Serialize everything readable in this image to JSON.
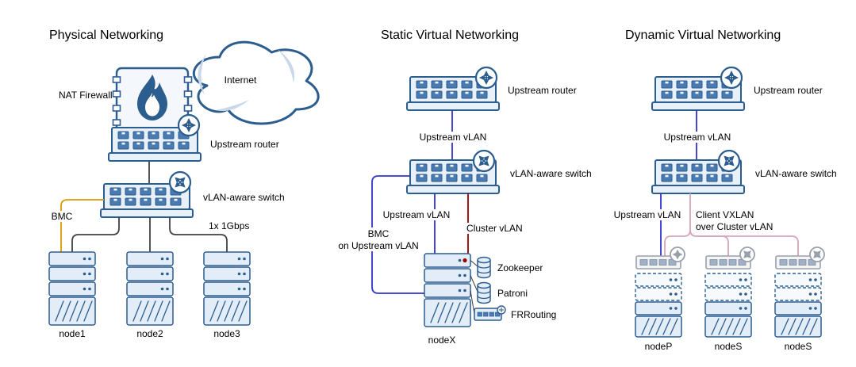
{
  "diagram": {
    "physical": {
      "title": "Physical Networking",
      "internet_label": "Internet",
      "firewall_label": "NAT Firewall",
      "router_label": "Upstream router",
      "switch_label": "vLAN-aware switch",
      "bmc_label": "BMC",
      "uplink_label": "1x 1Gbps",
      "node_labels": [
        "node1",
        "node2",
        "node3"
      ]
    },
    "static_virtual": {
      "title": "Static Virtual Networking",
      "router_label": "Upstream router",
      "upstream_vlan_top": "Upstream vLAN",
      "switch_label": "vLAN-aware switch",
      "upstream_vlan_bottom": "Upstream vLAN",
      "cluster_vlan": "Cluster vLAN",
      "bmc_line1": "BMC",
      "bmc_line2": "on Upstream vLAN",
      "node_label": "nodeX",
      "service_labels": [
        "Zookeeper",
        "Patroni",
        "FRRouting"
      ]
    },
    "dynamic_virtual": {
      "title": "Dynamic Virtual Networking",
      "router_label": "Upstream router",
      "upstream_vlan_top": "Upstream vLAN",
      "switch_label": "vLAN-aware switch",
      "upstream_vlan_bottom": "Upstream vLAN",
      "vxlan_line1": "Client VXLAN",
      "vxlan_line2": "over Cluster vLAN",
      "node_labels": [
        "nodeP",
        "nodeS",
        "nodeS"
      ]
    },
    "colors": {
      "device_stroke": "#2c5d8f",
      "device_fill": "#e8f0fa",
      "port_fill": "#4a7ab2",
      "edge_physical": "#404040",
      "edge_upstream_vlan": "#3333cc",
      "edge_cluster_vlan": "#990000",
      "edge_bmc": "#d79b00",
      "edge_vxlan": "#d5a6bd",
      "virtual_device_stroke": "#98a0ab"
    }
  }
}
